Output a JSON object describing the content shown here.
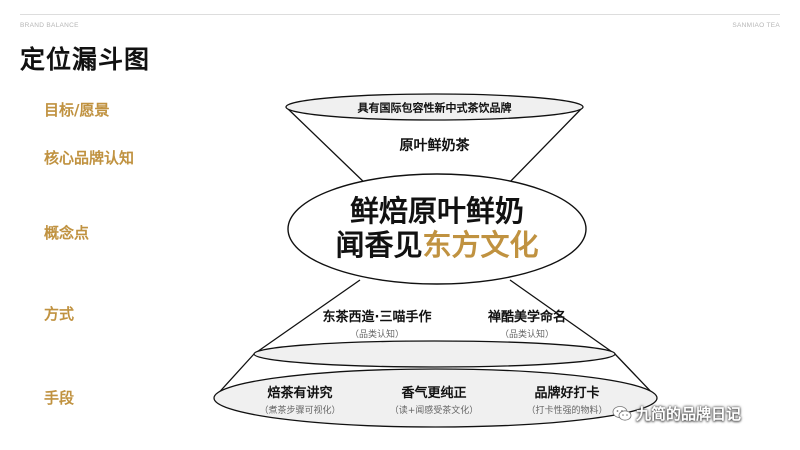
{
  "header": {
    "brand_left": "BRAND BALANCE",
    "brand_right": "SANMIAO  TEA",
    "title": "定位漏斗图"
  },
  "stages": [
    {
      "label": "目标/愿景"
    },
    {
      "label": "核心品牌认知"
    },
    {
      "label": "概念点"
    },
    {
      "label": "方式"
    },
    {
      "label": "手段"
    }
  ],
  "funnel": {
    "vision": "具有国际包容性新中式茶饮品牌",
    "core": "原叶鲜奶茶",
    "concept_line1": "鲜焙原叶鲜奶",
    "concept_line2_a": "闻香见",
    "concept_line2_b": "东方文化",
    "methods": [
      {
        "title": "东茶西造·三喵手作",
        "note": "（品类认知）"
      },
      {
        "title": "禅酷美学命名",
        "note": "（品类认知）"
      }
    ],
    "means": [
      {
        "title": "焙茶有讲究",
        "note": "（煮茶步骤可视化）"
      },
      {
        "title": "香气更纯正",
        "note": "（读+闻感受茶文化）"
      },
      {
        "title": "品牌好打卡",
        "note": "（打卡性强的物料）"
      }
    ]
  },
  "colors": {
    "accent": "#c09240",
    "fill": "#f0f0f0",
    "stroke": "#111111"
  },
  "watermark": {
    "text": "九简的品牌日记",
    "icon": "wechat-icon"
  }
}
